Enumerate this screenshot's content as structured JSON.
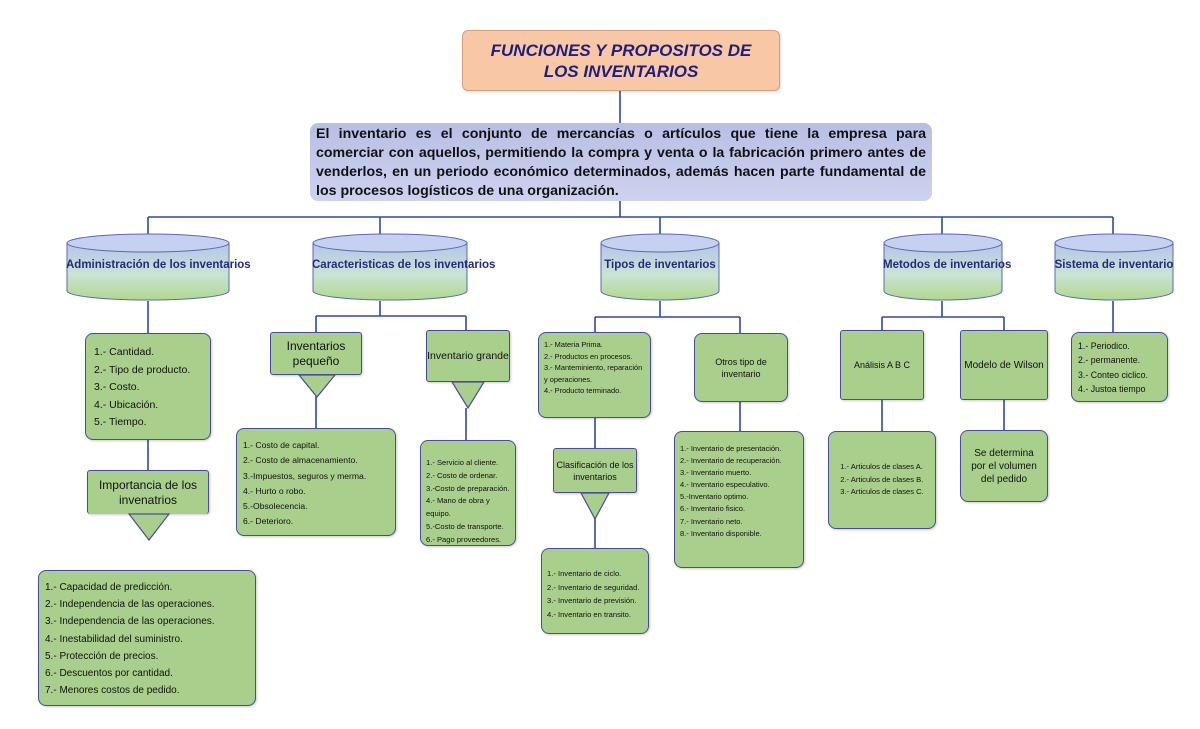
{
  "title": "FUNCIONES Y PROPOSITOS DE LOS INVENTARIOS",
  "definition": "El inventario es el conjunto de mercancías o artículos que tiene la empresa para comerciar con aquellos, permitiendo la compra y venta o la fabricación primero antes de venderlos, en un periodo económico determinados, además hacen parte fundamental de los procesos logísticos de una organización.",
  "categories": {
    "administracion": "Administración de los inventarios",
    "caracteristicas": "Caracteristicas de los inventarios",
    "tipos": "Tipos de inventarios",
    "metodos": "Metodos de inventarios",
    "sistema": "Sistema de inventario"
  },
  "administracion": {
    "items": [
      "1.- Cantidad.",
      "2.- Tipo de producto.",
      "3.- Costo.",
      "4.- Ubicación.",
      "5.- Tiempo."
    ],
    "importancia_label": "Importancia de los invenatrios",
    "importancia_items": [
      "1.- Capacidad de predicción.",
      "2.- Independencia de las operaciones.",
      "3.- Independencia de las operaciones.",
      "4.- Inestabilidad del suministro.",
      "5.- Protección de precios.",
      "6.- Descuentos por cantidad.",
      "7.- Menores costos de pedido."
    ]
  },
  "caracteristicas": {
    "pequeno_label": "Inventarios pequeño",
    "pequeno_items": [
      "1.- Costo de capital.",
      "2.- Costo de almacenamiento.",
      "3.-Impuestos, seguros y merma.",
      "4.- Hurto o robo.",
      "5.-Obsolecencia.",
      "6.- Deterioro."
    ],
    "grande_label": "Inventario grande",
    "grande_items": [
      "1.- Servicio al cliente.",
      "2.- Costo de ordenar.",
      "3.-Costo de preparación.",
      "4.- Mano de obra y equipo.",
      "5.-Costo de transporte.",
      "6.- Pago proveedores."
    ]
  },
  "tipos": {
    "items": [
      "1.- Materia Prima.",
      "2.- Productos en procesos.",
      "3.- Manteminiento, reparación y operaciones.",
      "4.- Producto terminado."
    ],
    "clasificacion_label": "Clasificación de los inventarios",
    "clasificacion_items": [
      "1.- Inventario de ciclo.",
      "2.- Inventario de seguridad.",
      "3.- Inventario de previsión.",
      "4.- Inventario en transito."
    ],
    "otros_label": "Otros tipo de inventario",
    "otros_items": [
      "1.- Inventario de presentación.",
      "2.- Inventario de recuperación.",
      "3.- Inventario muerto.",
      "4.- Inventario especulativo.",
      "5.-Inventario optimo.",
      "6.- Inventario fisico.",
      "7.- Inventario neto.",
      "8.- Inventario disponible."
    ]
  },
  "metodos": {
    "abc_label": "Análisis A B C",
    "abc_items": [
      "1.- Articulos de clases A.",
      "2.- Articulos de clases B.",
      "3.- Articulos de clases C."
    ],
    "wilson_label": "Modelo de Wilson",
    "wilson_desc": "Se determina por el volumen del pedido"
  },
  "sistema": {
    "items": [
      "1.- Periodico.",
      "2.- permanente.",
      "3.- Conteo ciclico.",
      "4.- Justoa tiempo"
    ]
  },
  "colors": {
    "title_fill": "#f8c7a6",
    "definition_fill": "#c3c9ea",
    "box_fill": "#a9cf8d",
    "box_border": "#4a4aa0",
    "connector": "#2b4b9b",
    "label_text": "#202c7c"
  }
}
